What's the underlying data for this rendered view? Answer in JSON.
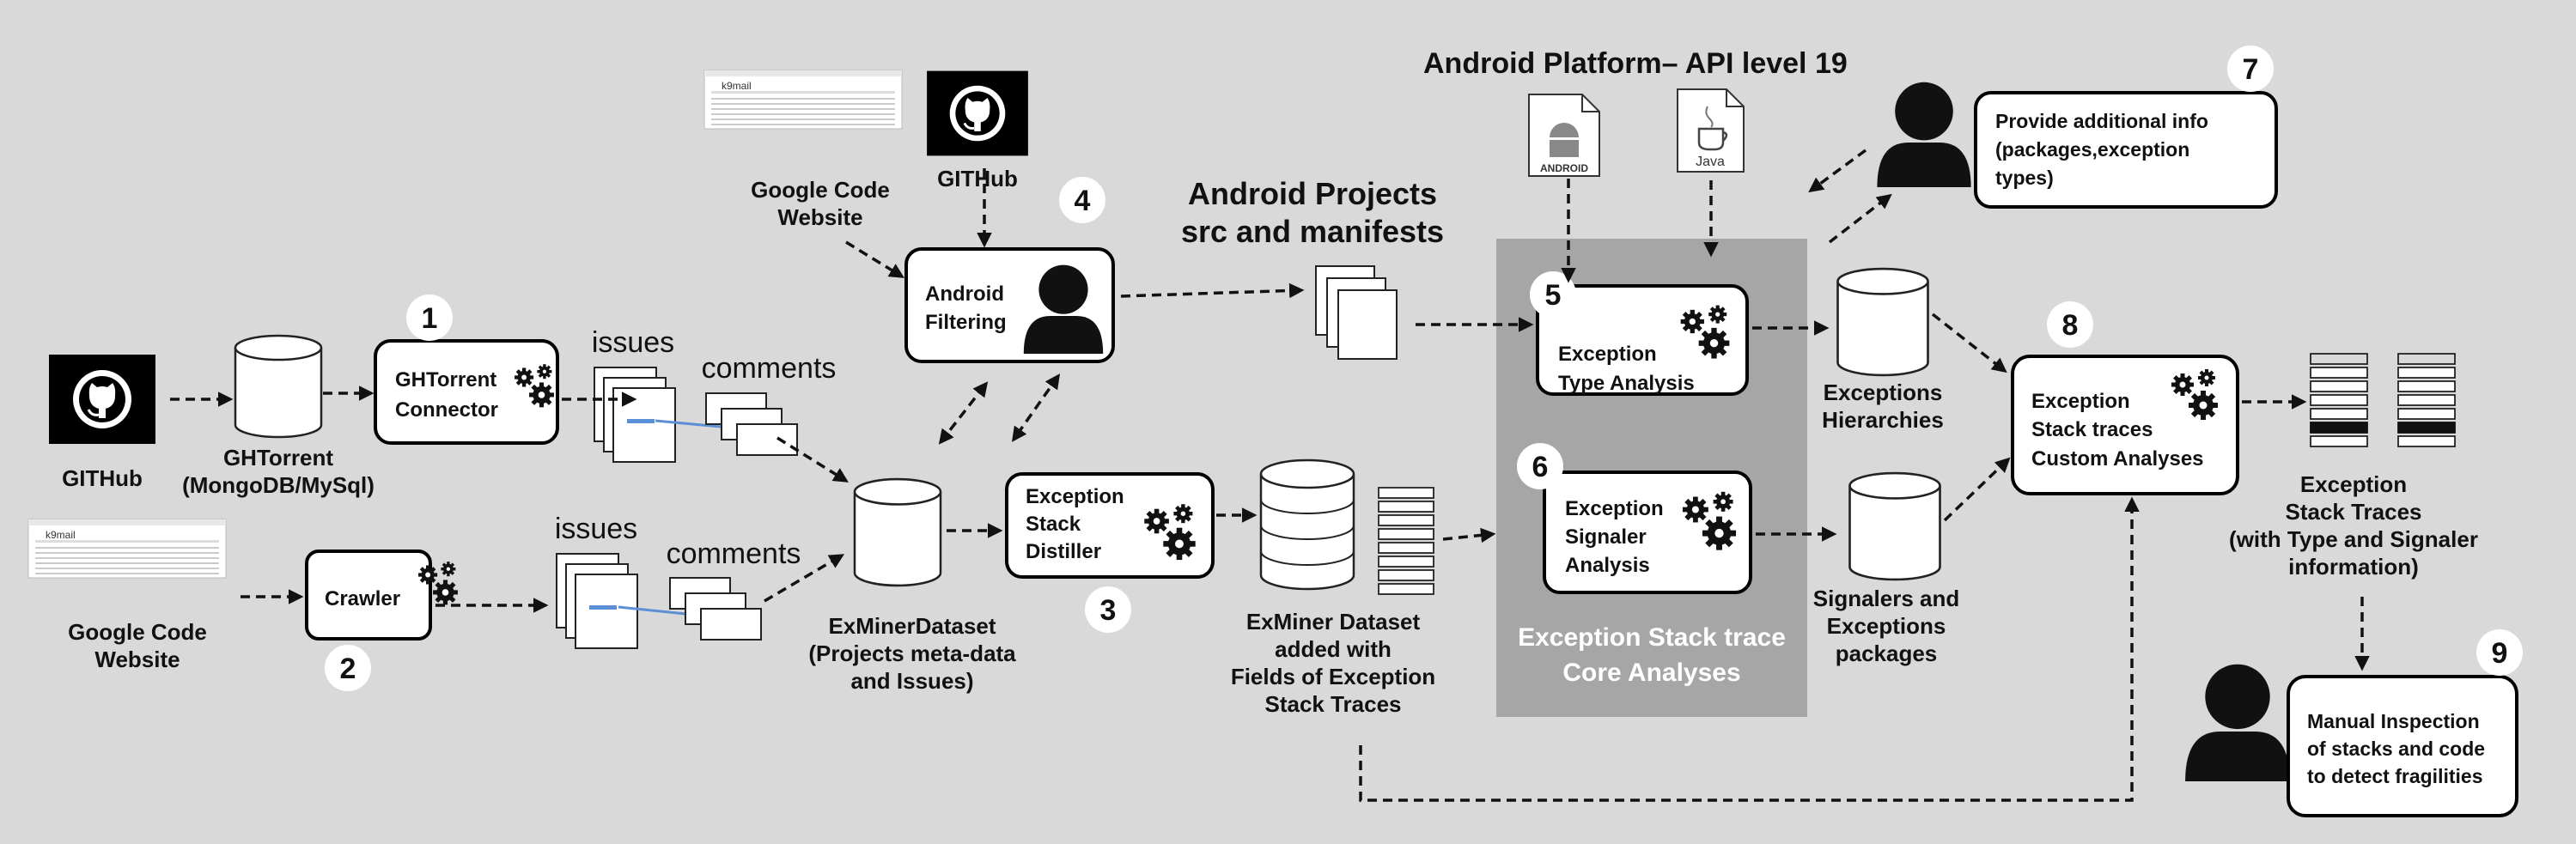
{
  "labels": {
    "github_left": "GITHub",
    "ghtorrent_db_1": "GHTorrent",
    "ghtorrent_db_2": "(MongoDB/MySql)",
    "ghtorrent_connector_1": "GHTorrent",
    "ghtorrent_connector_2": "Connector",
    "issues_top": "issues",
    "comments_top": "comments",
    "google_left_1": "Google Code",
    "google_left_2": "Website",
    "crawler": "Crawler",
    "issues_bottom": "issues",
    "comments_bottom": "comments",
    "google_top_1": "Google Code",
    "google_top_2": "Website",
    "github_top": "GITHub",
    "android_filtering_1": "Android",
    "android_filtering_2": "Filtering",
    "exminer_dataset_1": "ExMinerDataset",
    "exminer_dataset_2": "(Projects meta-data",
    "exminer_dataset_3": "and Issues)",
    "distiller_1": "Exception",
    "distiller_2": "Stack",
    "distiller_3": "Distiller",
    "exminer_added_1": "ExMiner Dataset",
    "exminer_added_2": "added with",
    "exminer_added_3": "Fields of Exception",
    "exminer_added_4": "Stack Traces",
    "android_projects_1": "Android Projects",
    "android_projects_2": "src and manifests",
    "platform": "Android  Platform– API level 19",
    "type_analysis_1": "Exception",
    "type_analysis_2": "Type Analysis",
    "signaler_analysis_1": "Exception",
    "signaler_analysis_2": "Signaler",
    "signaler_analysis_3": "Analysis",
    "core_1": "Exception Stack trace",
    "core_2": "Core Analyses",
    "hierarchies_1": "Exceptions",
    "hierarchies_2": "Hierarchies",
    "signalers_1": "Signalers and",
    "signalers_2": "Exceptions",
    "signalers_3": "packages",
    "additional_1": "Provide additional info",
    "additional_2": "(packages,exception",
    "additional_3": "types)",
    "custom_1": "Exception",
    "custom_2": "Stack traces",
    "custom_3": "Custom Analyses",
    "stack_traces_1": "Exception",
    "stack_traces_2": "Stack Traces",
    "stack_traces_3": "(with Type and Signaler",
    "stack_traces_4": "information)",
    "manual_1": "Manual Inspection",
    "manual_2": "of stacks and code",
    "manual_3": "to detect fragilities",
    "android_icon_text": "ANDROID",
    "java_icon_text": "Java",
    "k9mail": "k9mail"
  },
  "steps": [
    "1",
    "2",
    "3",
    "4",
    "5",
    "6",
    "7",
    "8",
    "9"
  ],
  "colors": {
    "background": "#d9d9d9",
    "core_panel": "#a6a6a6",
    "core_text": "#ffffff",
    "link_line": "#5b8fd6"
  },
  "icons": [
    "github-icon",
    "gear-icon",
    "person-icon",
    "database-icon",
    "document-icon",
    "android-file-icon",
    "java-file-icon",
    "screenshot-thumbnail"
  ]
}
